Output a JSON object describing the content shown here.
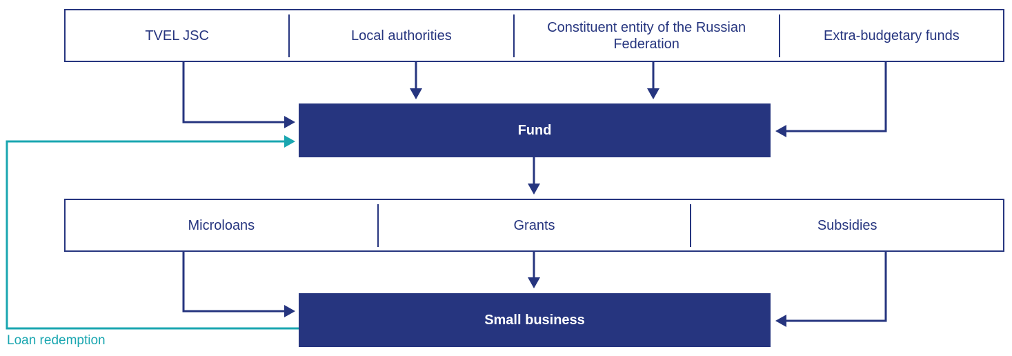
{
  "sources": {
    "items": [
      {
        "label": "TVEL JSC"
      },
      {
        "label": "Local authorities"
      },
      {
        "label": "Constituent entity of the Russian Federation"
      },
      {
        "label": "Extra-budgetary funds"
      }
    ]
  },
  "fund": {
    "label": "Fund"
  },
  "instruments": {
    "items": [
      {
        "label": "Microloans"
      },
      {
        "label": "Grants"
      },
      {
        "label": "Subsidies"
      }
    ]
  },
  "target": {
    "label": "Small business"
  },
  "feedback": {
    "label": "Loan redemption"
  },
  "colors": {
    "primary": "#26357f",
    "accent": "#1aa6b0"
  }
}
